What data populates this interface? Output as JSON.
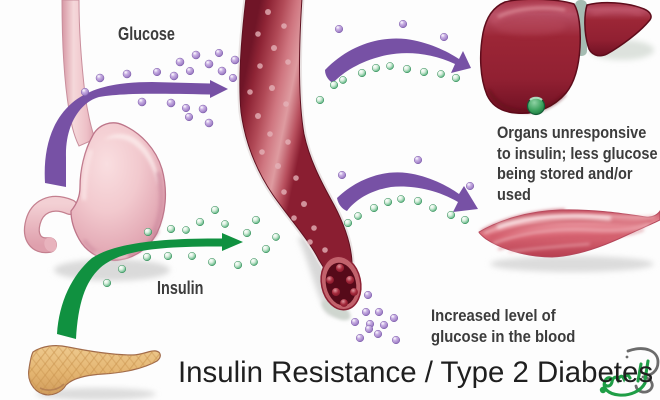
{
  "labels": {
    "glucose": "Glucose",
    "insulin": "Insulin",
    "title": "Insulin Resistance / Type 2 Diabetes"
  },
  "notes": {
    "organs_lines": [
      "Organs unresponsive",
      "to insulin; less glucose",
      "being stored and/or",
      "used"
    ],
    "blood_lines": [
      "Increased level of",
      "glucose in the blood"
    ]
  },
  "watermark": {
    "text": "دکترسلام",
    "color": "#1f9e46"
  },
  "colors": {
    "glucose_color": "#7751a5",
    "insulin_color": "#109140",
    "vessel_dark": "#6d1425",
    "liver_color": "#93202f",
    "muscle_color": "#e0717c",
    "pancreas_color": "#eac289",
    "stomach_color": "#efc3c9",
    "text_color": "#3c3c3c"
  }
}
